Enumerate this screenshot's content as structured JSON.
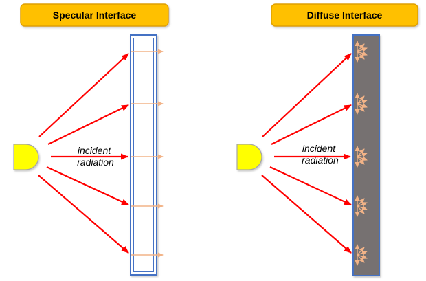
{
  "colors": {
    "background": "#FFFFFF",
    "text": "#000000",
    "title_fill": "#FFC000",
    "title_border": "#DFA000",
    "ray_red": "#FF0000",
    "transmitted_orange": "#F2B387",
    "slab_border_blue": "#4472C4",
    "diffuse_gray": "#767171",
    "source_yellow": "#FFFF00",
    "source_border": "#A6A6A6"
  },
  "specular_panel": {
    "title": "Specular Interface",
    "label_line1": "incident",
    "label_line2": "radiation"
  },
  "diffuse_panel": {
    "title": "Diffuse Interface",
    "label_line1": "incident",
    "label_line2": "radiation"
  }
}
